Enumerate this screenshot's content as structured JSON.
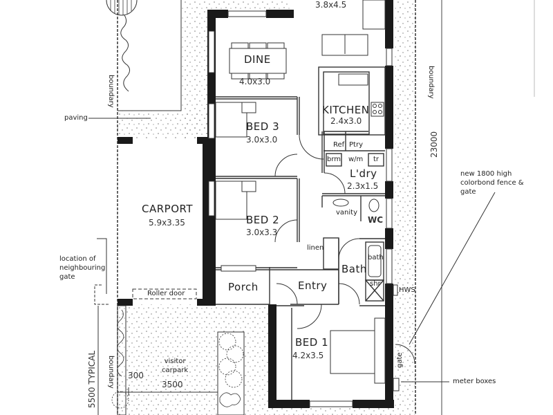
{
  "plan": {
    "colors": {
      "wall": "#1a1a1a",
      "line": "#333333",
      "paving_dot": "#666666",
      "background": "#ffffff"
    },
    "rooms": {
      "living": {
        "dim": "3.8x4.5"
      },
      "dine": {
        "name": "DINE",
        "dim": "4.0x3.0"
      },
      "kitchen": {
        "name": "KITCHEN",
        "dim": "2.4x3.0"
      },
      "bed3": {
        "name": "BED 3",
        "dim": "3.0x3.0"
      },
      "bed2": {
        "name": "BED 2",
        "dim": "3.0x3.3"
      },
      "bed1": {
        "name": "BED 1",
        "dim": "4.2x3.5"
      },
      "laundry": {
        "name": "L'dry",
        "dim": "2.3x1.5"
      },
      "carport": {
        "name": "CARPORT",
        "dim": "5.9x3.35"
      },
      "porch": {
        "name": "Porch"
      },
      "entry": {
        "name": "Entry"
      },
      "bath": {
        "name": "Bath"
      },
      "wc": {
        "name": "WC"
      }
    },
    "fixtures": {
      "ref": "Ref",
      "pantry": "Ptry",
      "broom": "brm",
      "washing_machine": "w/m",
      "trough": "tr",
      "vanity": "vanity",
      "linen": "linen",
      "bathtub": "bath",
      "shower": "shr",
      "hot_water": "HWS",
      "roller_door": "Roller door",
      "gate": "gate"
    },
    "annotations": {
      "paving": "paving",
      "boundary_left": "boundary",
      "boundary_right": "boundary",
      "boundary_bottom": "boundary",
      "length_dim": "23000",
      "fence_note": "new 1800 high\ncolorbond fence &\ngate",
      "neighbour_gate": "location of\nneighbouring\ngate",
      "visitor_carpark": "visitor\ncarpark",
      "typical_dim": "5500 TYPICAL",
      "offset_dim": "300",
      "carpark_width": "3500",
      "meter_boxes": "meter boxes"
    }
  }
}
